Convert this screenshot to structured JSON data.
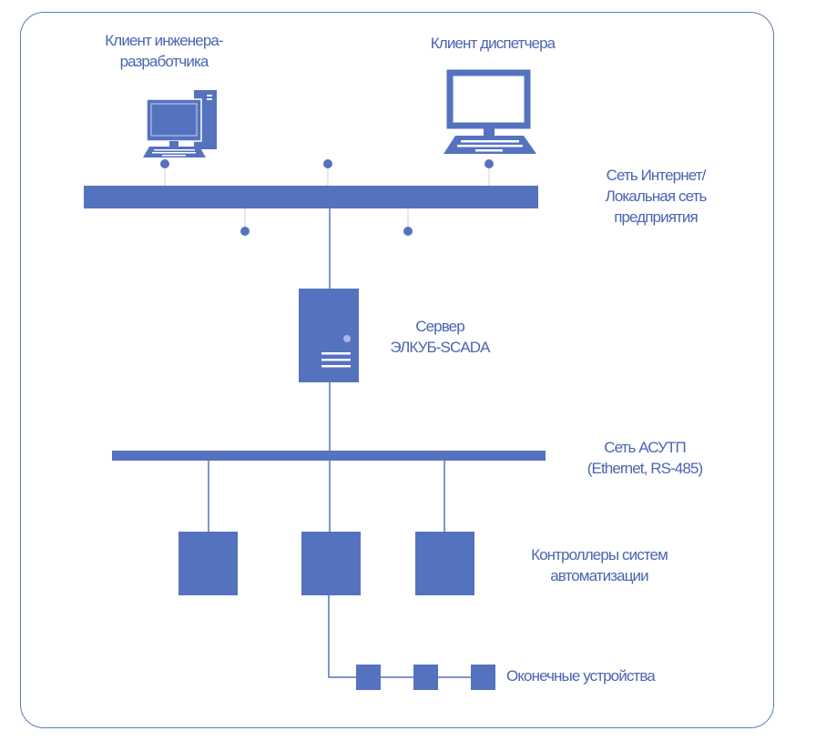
{
  "colors": {
    "primary": "#5572bf",
    "text": "#4a65b3",
    "frame": "#5c7bb4",
    "thin_line": "#d4d9e6"
  },
  "labels": {
    "engineer_client": [
      "Клиент инженера-",
      "разработчика"
    ],
    "dispatcher_client": "Клиент диспетчера",
    "internet": [
      "Сеть Интернет/",
      "Локальная сеть",
      "предприятия"
    ],
    "server": [
      "Сервер",
      "ЭЛКУБ-SCADA"
    ],
    "asutp": [
      "Сеть АСУТП",
      "(Ethernet, RS-485)"
    ],
    "controllers": [
      "Контроллеры систем",
      "автоматизации"
    ],
    "end_devices": "Оконечные устройства"
  },
  "nodes": {
    "workstations": [
      "engineer-desktop-pc",
      "dispatcher-laptop"
    ],
    "server_count": 1,
    "controller_count": 3,
    "end_device_count": 3,
    "internet_bus_dots": 5
  }
}
